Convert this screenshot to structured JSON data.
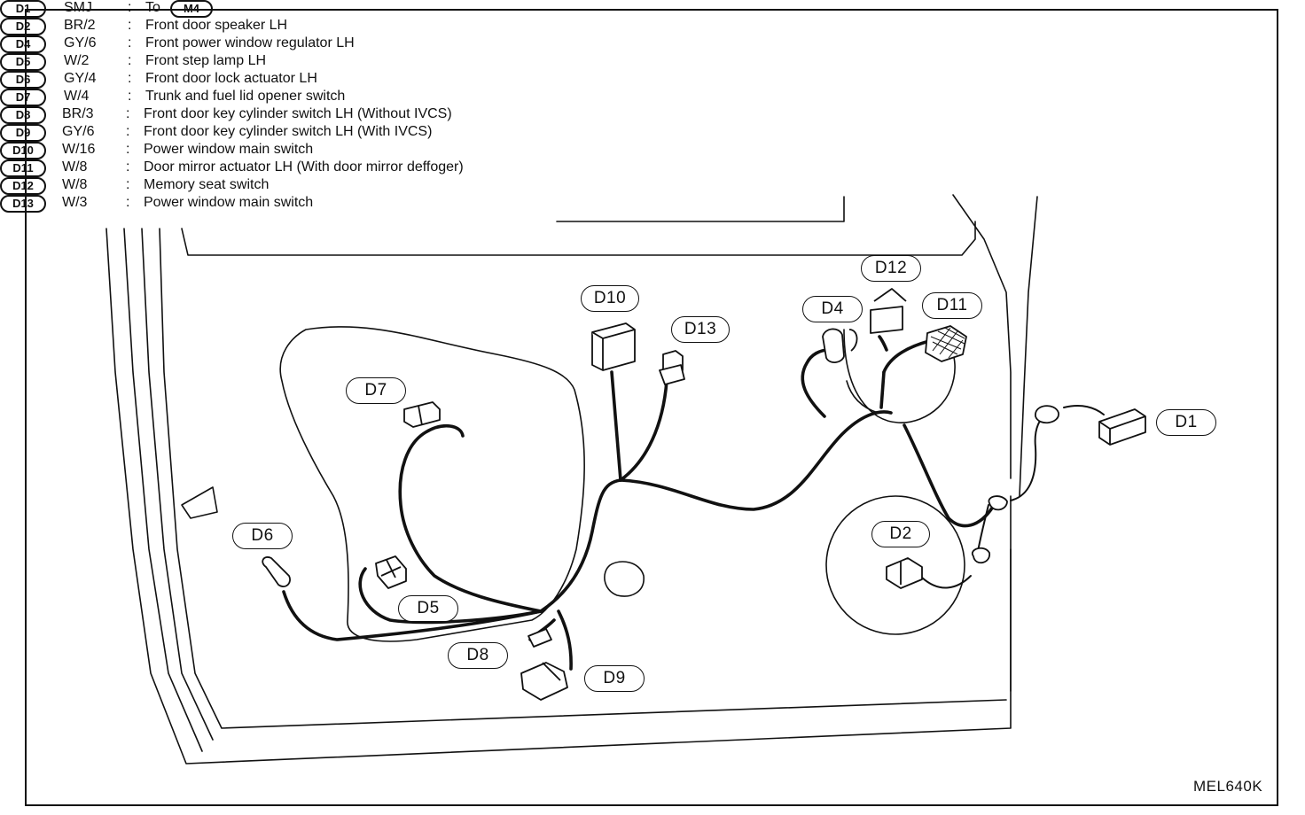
{
  "legend": {
    "left": [
      {
        "id": "D1",
        "code": "SMJ",
        "desc": "To",
        "ref": "M4"
      },
      {
        "id": "D2",
        "code": "BR/2",
        "desc": "Front door speaker LH"
      },
      {
        "id": "D4",
        "code": "GY/6",
        "desc": "Front power window regulator LH"
      },
      {
        "id": "D5",
        "code": "W/2",
        "desc": "Front step lamp LH"
      },
      {
        "id": "D6",
        "code": "GY/4",
        "desc": "Front door lock actuator LH"
      },
      {
        "id": "D7",
        "code": "W/4",
        "desc": "Trunk and fuel lid opener switch"
      }
    ],
    "right": [
      {
        "id": "D8",
        "code": "BR/3",
        "desc": "Front door key cylinder switch LH (Without IVCS)"
      },
      {
        "id": "D9",
        "code": "GY/6",
        "desc": "Front door key cylinder switch LH (With IVCS)"
      },
      {
        "id": "D10",
        "code": "W/16",
        "desc": "Power window main switch"
      },
      {
        "id": "D11",
        "code": "W/8",
        "desc": "Door mirror actuator LH (With door mirror deffoger)"
      },
      {
        "id": "D12",
        "code": "W/8",
        "desc": "Memory seat switch"
      },
      {
        "id": "D13",
        "code": "W/3",
        "desc": "Power window main switch"
      }
    ]
  },
  "labels": {
    "d1": "D1",
    "d2": "D2",
    "d4": "D4",
    "d5": "D5",
    "d6": "D6",
    "d7": "D7",
    "d8": "D8",
    "d9": "D9",
    "d10": "D10",
    "d11": "D11",
    "d12": "D12",
    "d13": "D13"
  },
  "colon": ":",
  "reference_code": "MEL640K"
}
